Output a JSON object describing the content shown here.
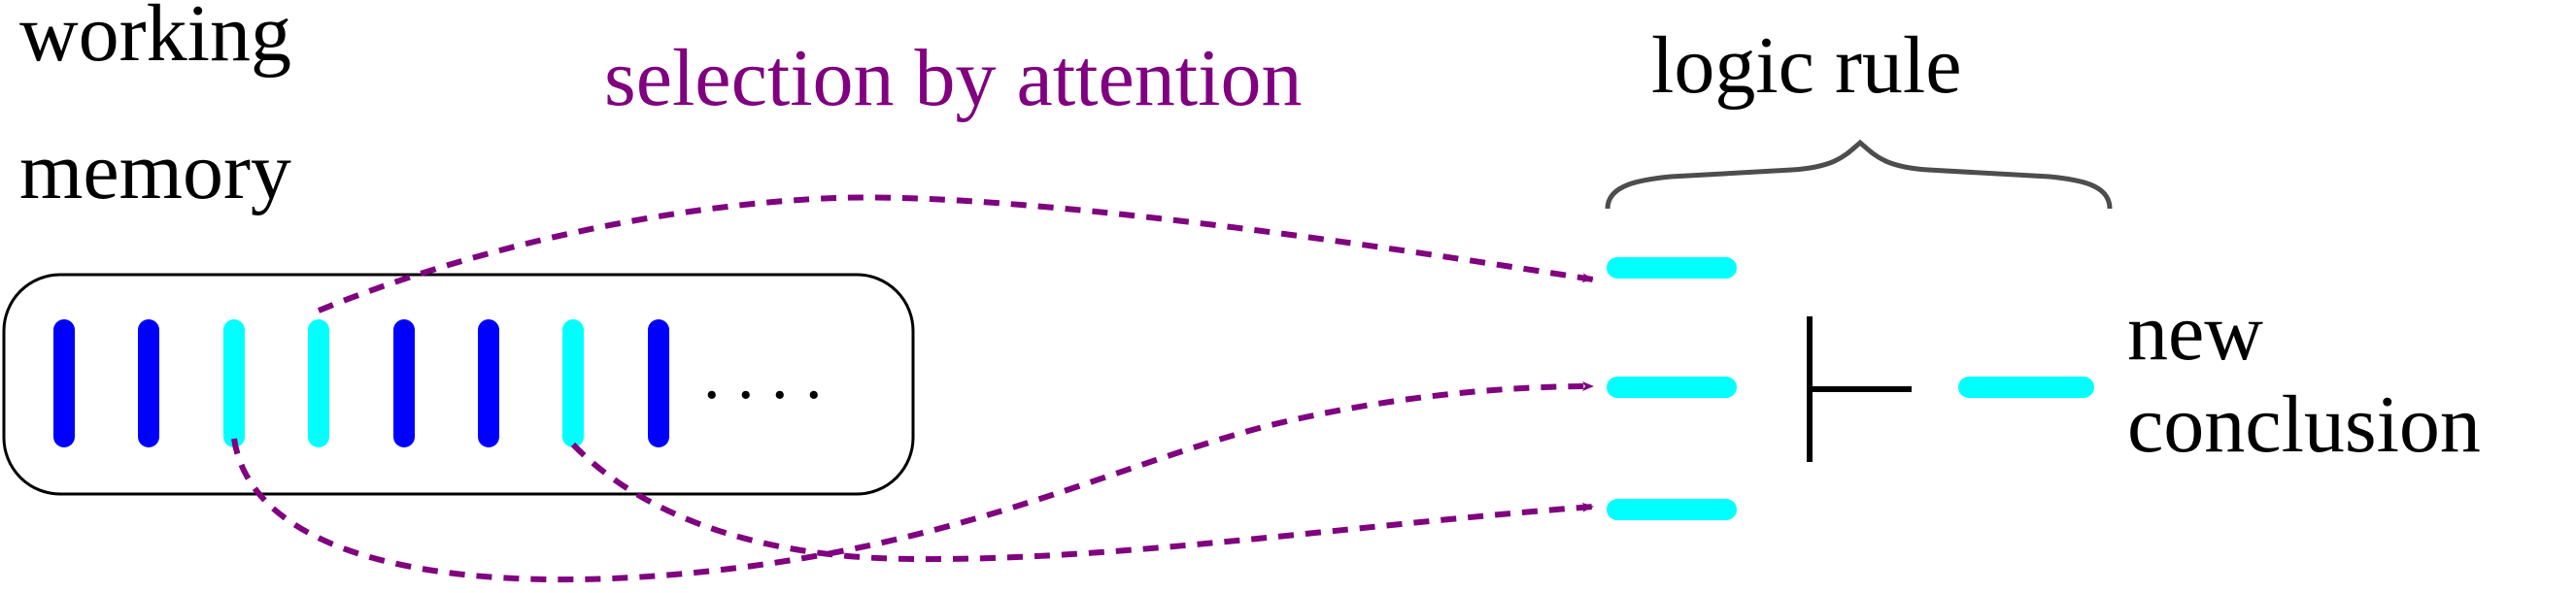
{
  "labels": {
    "working_memory_line1": "working",
    "working_memory_line2": "memory",
    "selection": "selection by attention",
    "logic_rule": "logic rule",
    "new_line1": "new",
    "conclusion_line2": "conclusion",
    "ellipsis": ". . . ."
  },
  "colors": {
    "item_dark": "#0000ff",
    "item_selected": "#00ffff",
    "arrow": "#800080",
    "brace": "#4d4d4d",
    "text": "#000000",
    "selection_text": "#800080"
  },
  "memory_items": [
    {
      "id": 1,
      "state": "unselected"
    },
    {
      "id": 2,
      "state": "unselected"
    },
    {
      "id": 3,
      "state": "selected"
    },
    {
      "id": 4,
      "state": "selected"
    },
    {
      "id": 5,
      "state": "unselected"
    },
    {
      "id": 6,
      "state": "unselected"
    },
    {
      "id": 7,
      "state": "selected"
    },
    {
      "id": 8,
      "state": "unselected"
    }
  ],
  "rule_premises": 3,
  "symbols": {
    "turnstile": "turnstile-symbol"
  }
}
